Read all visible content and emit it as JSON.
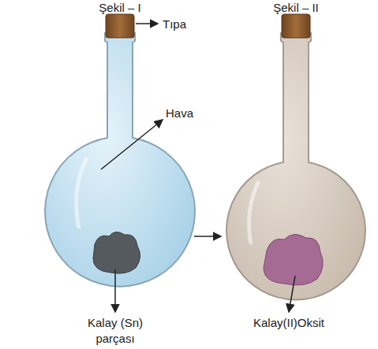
{
  "diagram": {
    "labels": [
      "Şekil – I",
      "Tıpa",
      "Hava",
      "Kalay (Sn) parçası",
      "Şekil – II",
      "Kalay(II)Oksit"
    ]
  }
}
